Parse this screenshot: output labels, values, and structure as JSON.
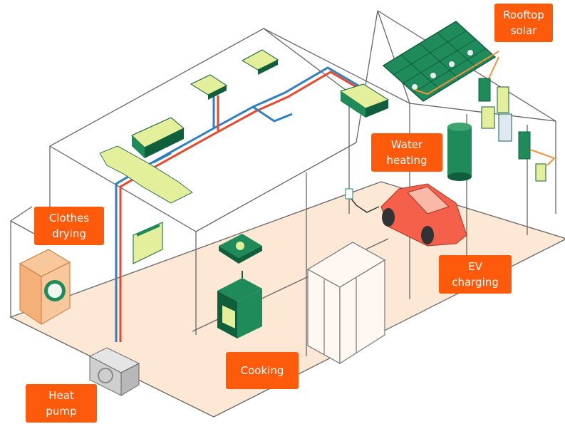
{
  "colors": {
    "label_bg": "#fd5b0b",
    "label_text": "#ffffff",
    "floor": "#fde8d6",
    "outline": "#555555",
    "appliance_green": "#1f8a5a",
    "dark_green": "#0f5e3c",
    "lime": "#e3ef9a",
    "duct_blue": "#2f7fc1",
    "duct_red": "#e8482d",
    "car": "#f4604a",
    "solar_wire": "#f7913d"
  },
  "labels": {
    "rooftop_solar": [
      "Rooftop",
      "solar"
    ],
    "water_heating": [
      "Water",
      "heating"
    ],
    "clothes_drying": [
      "Clothes",
      "drying"
    ],
    "ev_charging": [
      "EV",
      "charging"
    ],
    "cooking": [
      "Cooking"
    ],
    "heat_pump": [
      "Heat",
      "pump"
    ]
  },
  "icons": {
    "solar": "solar-panels-icon",
    "water_heater": "water-heater-icon",
    "dryer": "clothes-dryer-icon",
    "car": "electric-car-icon",
    "stove": "electric-stove-icon",
    "heat_pump": "heat-pump-unit-icon"
  }
}
